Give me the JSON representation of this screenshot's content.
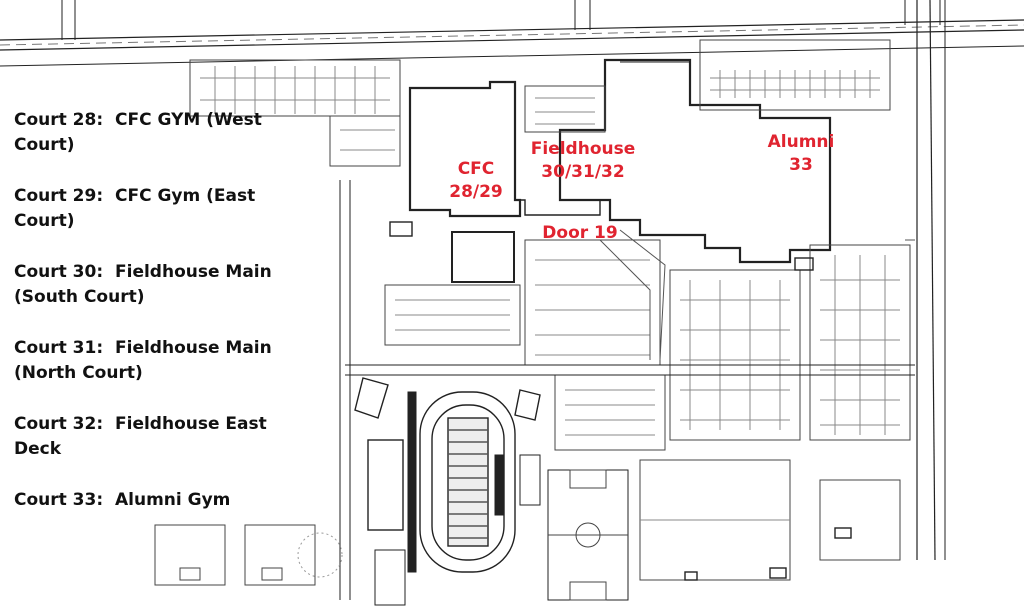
{
  "legend": {
    "items": [
      {
        "court": "Court 28:",
        "location": "CFC GYM (West Court)"
      },
      {
        "court": "Court 29:",
        "location": "CFC Gym (East Court)"
      },
      {
        "court": "Court 30:",
        "location": "Fieldhouse Main (South Court)"
      },
      {
        "court": "Court 31:",
        "location": "Fieldhouse Main (North Court)"
      },
      {
        "court": "Court 32:",
        "location": "Fieldhouse East Deck"
      },
      {
        "court": "Court 33:",
        "location": "Alumni Gym"
      }
    ]
  },
  "map_labels": {
    "cfc": {
      "line1": "CFC",
      "line2": "28/29"
    },
    "fieldhouse": {
      "line1": "Fieldhouse",
      "line2": "30/31/32"
    },
    "alumni": {
      "line1": "Alumni",
      "line2": "33"
    },
    "door": {
      "line1": "Door 19"
    }
  },
  "colors": {
    "label_red": "#e02430",
    "line": "#222222",
    "text": "#111111"
  }
}
